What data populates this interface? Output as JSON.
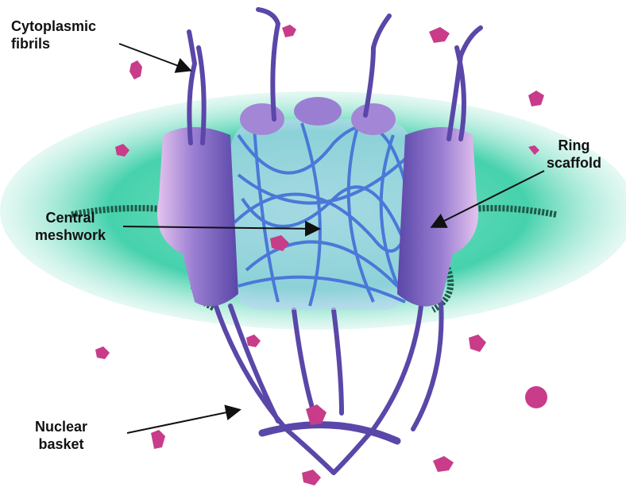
{
  "labels": {
    "cytoplasmic_fibrils": [
      "Cytoplasmic",
      "fibrils"
    ],
    "ring_scaffold": [
      "Ring",
      "scaffold"
    ],
    "central_meshwork": [
      "Central",
      "meshwork"
    ],
    "nuclear_basket": [
      "Nuclear",
      "basket"
    ]
  },
  "colors": {
    "envelope": "#3ccfa8",
    "protein": "#7a5fbf",
    "protein_light": "#c9a6df",
    "mesh": "#4a78d8",
    "cargo": "#c83c8a",
    "label_text": "#111111"
  }
}
